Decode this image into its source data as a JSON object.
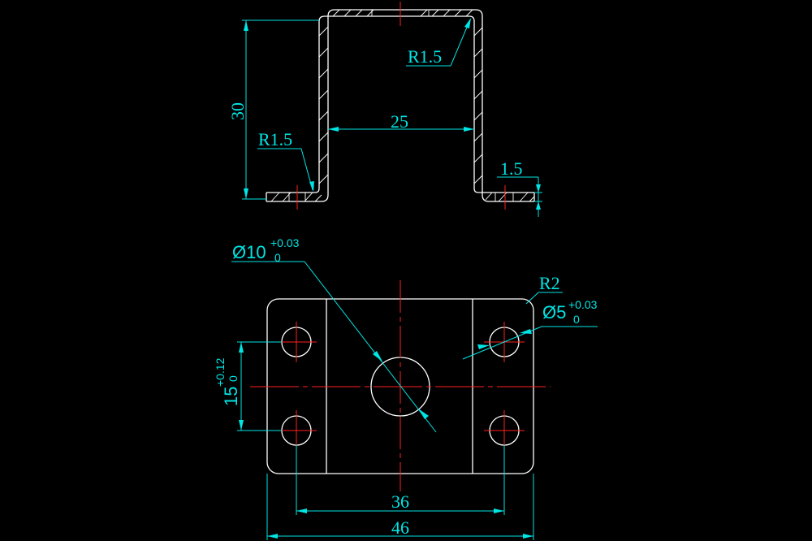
{
  "side_view": {
    "height_label": "30",
    "inner_width_label": "25",
    "radius_top_label": "R1.5",
    "radius_bottom_label": "R1.5",
    "thickness_label": "1.5"
  },
  "top_view": {
    "center_hole_prefix": "Ø10",
    "center_hole_tol_upper": "+0.03",
    "center_hole_tol_lower": "0",
    "corner_radius_label": "R2",
    "small_hole_prefix": "Ø5",
    "small_hole_tol_upper": "+0.03",
    "small_hole_tol_lower": "0",
    "hole_spacing_prefix": "15",
    "hole_spacing_tol_upper": "+0.12",
    "hole_spacing_tol_lower": "0",
    "hole_pitch_label": "36",
    "overall_width_label": "46"
  },
  "colors": {
    "background": "#000000",
    "outline": "#ffffff",
    "dimension": "#00e5e5",
    "centerline": "#ff2020"
  }
}
